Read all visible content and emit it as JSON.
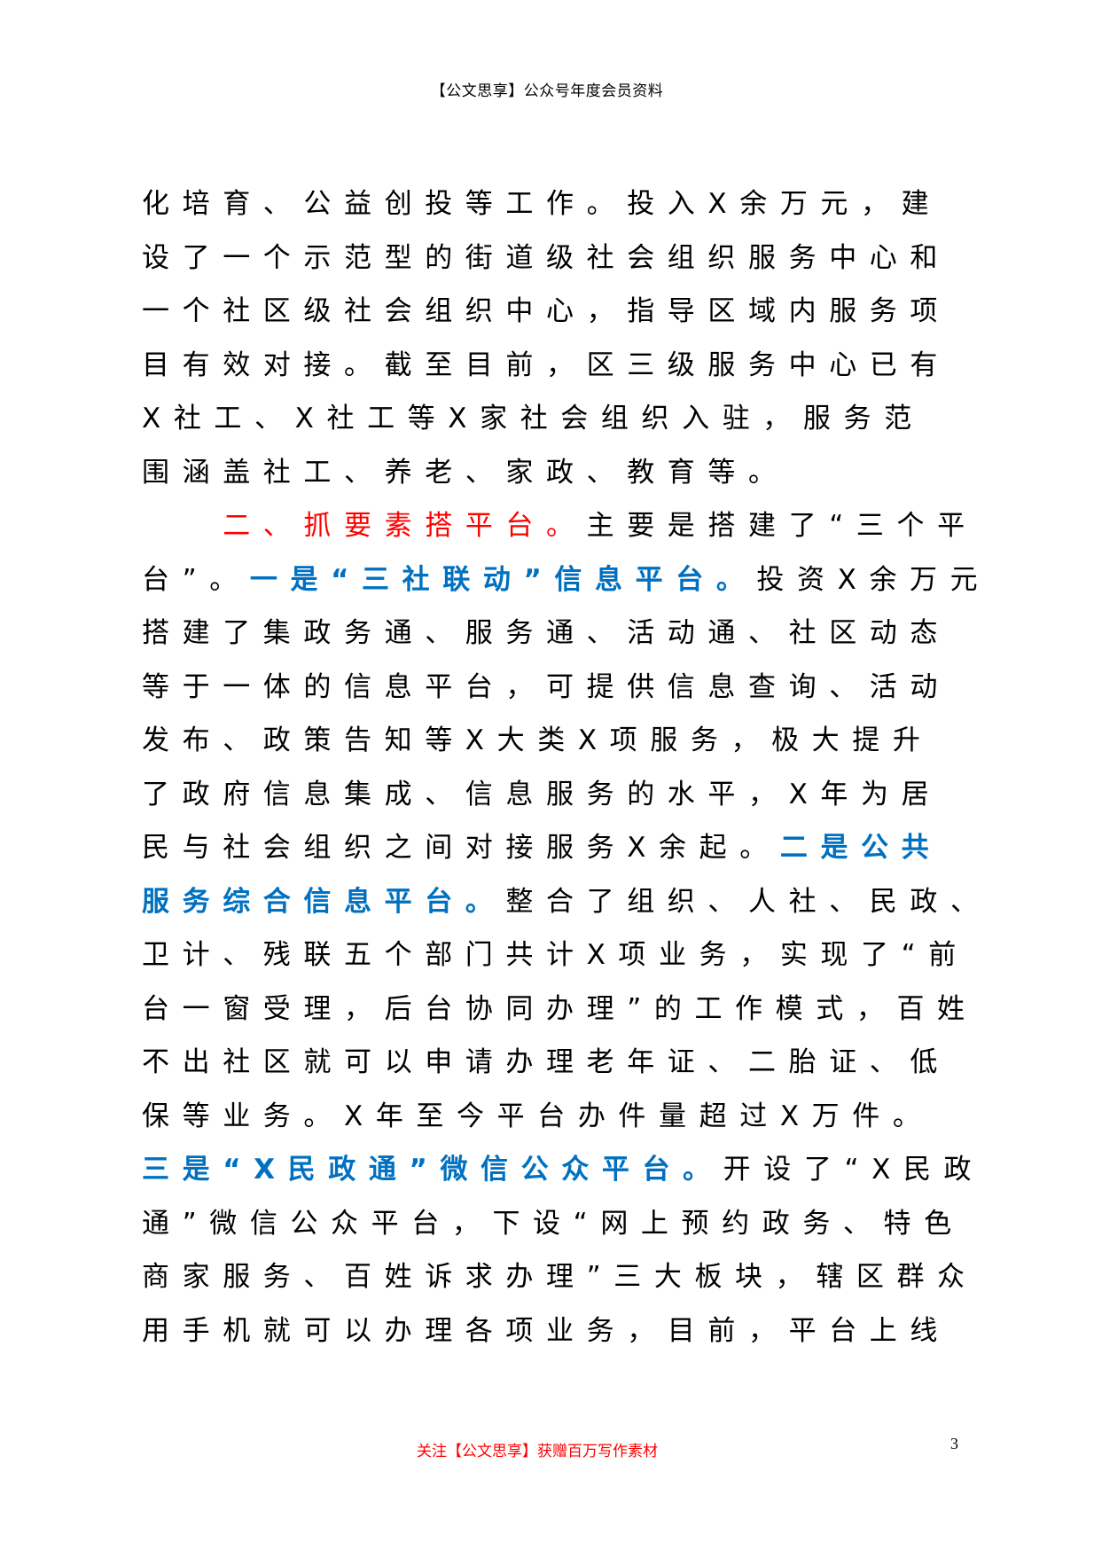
{
  "header": {
    "text": "【公文思享】公众号年度会员资料"
  },
  "lines": [
    [
      {
        "t": "化培育、公益创投等工作。投入X余万元，建",
        "s": "n"
      }
    ],
    [
      {
        "t": "设了一个示范型的街道级社会组织服务中心和",
        "s": "n"
      }
    ],
    [
      {
        "t": "一个社区级社会组织中心，指导区域内服务项",
        "s": "n"
      }
    ],
    [
      {
        "t": "目有效对接。截至目前，区三级服务中心已有",
        "s": "n"
      }
    ],
    [
      {
        "t": "X社工、X社工等X家社会组织入驻，服务范",
        "s": "n"
      }
    ],
    [
      {
        "t": "围涵盖社工、养老、家政、教育等。",
        "s": "n"
      }
    ],
    [
      {
        "t": "　　",
        "s": "n"
      },
      {
        "t": "二、抓要素搭平台。",
        "s": "red"
      },
      {
        "t": "主要是搭建了“三个平",
        "s": "n"
      }
    ],
    [
      {
        "t": "台”。",
        "s": "n"
      },
      {
        "t": "一是“三社联动”信息平台。",
        "s": "blue"
      },
      {
        "t": "投资X余万元",
        "s": "n"
      }
    ],
    [
      {
        "t": "搭建了集政务通、服务通、活动通、社区动态",
        "s": "n"
      }
    ],
    [
      {
        "t": "等于一体的信息平台，可提供信息查询、活动",
        "s": "n"
      }
    ],
    [
      {
        "t": "发布、政策告知等X大类X项服务，极大提升",
        "s": "n"
      }
    ],
    [
      {
        "t": "了政府信息集成、信息服务的水平，X年为居",
        "s": "n"
      }
    ],
    [
      {
        "t": "民与社会组织之间对接服务X余起。",
        "s": "n"
      },
      {
        "t": "二是公共",
        "s": "blue"
      }
    ],
    [
      {
        "t": "服务综合信息平台。",
        "s": "blue"
      },
      {
        "t": "整合了组织、人社、民政、",
        "s": "n"
      }
    ],
    [
      {
        "t": "卫计、残联五个部门共计X项业务，实现了“前",
        "s": "n"
      }
    ],
    [
      {
        "t": "台一窗受理，后台协同办理”的工作模式，百姓",
        "s": "n"
      }
    ],
    [
      {
        "t": "不出社区就可以申请办理老年证、二胎证、低",
        "s": "n"
      }
    ],
    [
      {
        "t": "保等业务。X年至今平台办件量超过X万件。",
        "s": "n"
      }
    ],
    [
      {
        "t": "三是“X民政通”微信公众平台。",
        "s": "blue"
      },
      {
        "t": "开设了“X民政",
        "s": "n"
      }
    ],
    [
      {
        "t": "通”微信公众平台，下设“网上预约政务、特色",
        "s": "n"
      }
    ],
    [
      {
        "t": "商家服务、百姓诉求办理”三大板块，辖区群众",
        "s": "n"
      }
    ],
    [
      {
        "t": "用手机就可以办理各项业务，目前，平台上线",
        "s": "n"
      }
    ]
  ],
  "footer": {
    "promo": "关注【公文思享】获赠百万写作素材",
    "page_number": "3"
  },
  "colors": {
    "heading_red": "#ff0000",
    "subheading_blue": "#0070c0"
  }
}
